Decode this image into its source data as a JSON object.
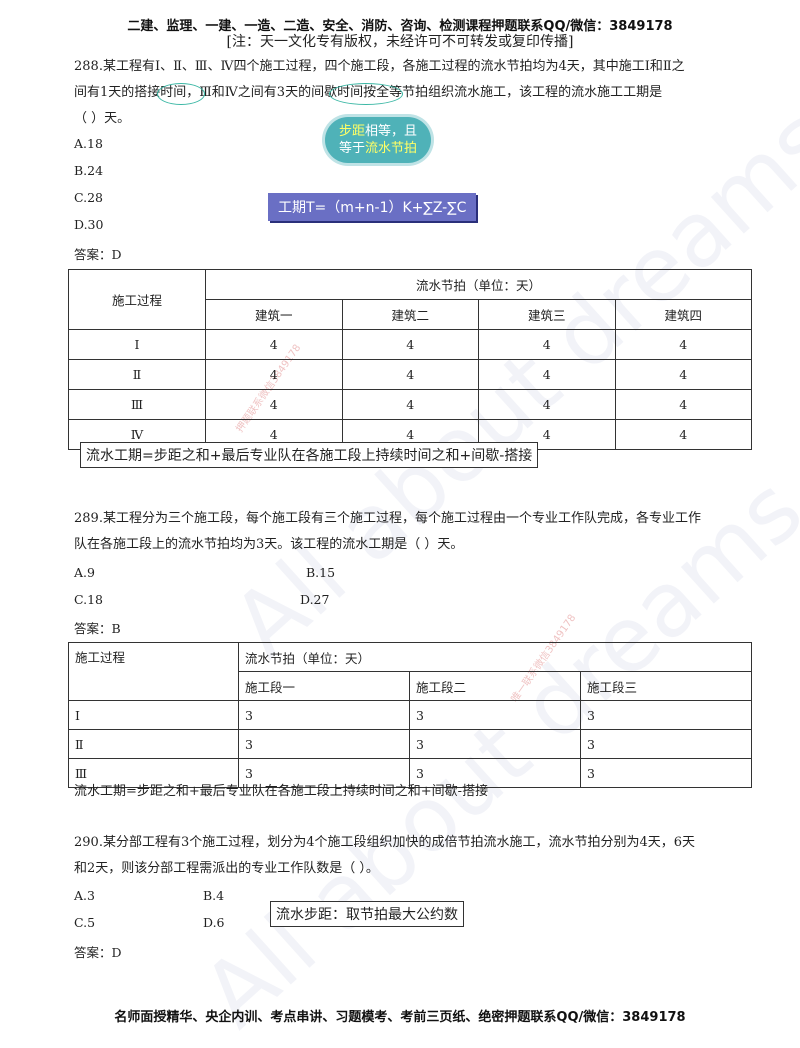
{
  "header": {
    "line1": "二建、监理、一建、一造、二造、安全、消防、咨询、检测课程押题联系QQ/微信：3849178",
    "line2": "[注：天一文化专有版权，未经许可不可转发或复印传播]"
  },
  "watermarks": {
    "main1": "All about dreams",
    "main2": "All about dreams",
    "small1": "押题联系微信3849178",
    "small2": "唯一联系微信3849178"
  },
  "q288": {
    "line1": "288.某工程有Ⅰ、Ⅱ、Ⅲ、Ⅳ四个施工过程，四个施工段，各施工过程的流水节拍均为4天，其中施工Ⅰ和Ⅱ之",
    "line2": "间有1天的搭接时间，Ⅲ和Ⅳ之间有3天的间歇时间按全等节拍组织流水施工，该工程的流水施工工期是",
    "line3": "（   ）天。",
    "options": [
      "A.18",
      "B.24",
      "C.28",
      "D.30"
    ],
    "answer": "答案：D",
    "cloud_part1": "步距",
    "cloud_part2": "相等，且",
    "cloud_part3": "等于",
    "cloud_part4": "流水节拍",
    "formula": "工期T=（m+n-1）K+∑Z-∑C",
    "table": {
      "row_header": "施工过程",
      "group_header": "流水节拍（单位：天）",
      "columns": [
        "建筑一",
        "建筑二",
        "建筑三",
        "建筑四"
      ],
      "rows": [
        {
          "name": "Ⅰ",
          "values": [
            "4",
            "4",
            "4",
            "4"
          ]
        },
        {
          "name": "Ⅱ",
          "values": [
            "4",
            "4",
            "4",
            "4"
          ]
        },
        {
          "name": "Ⅲ",
          "values": [
            "4",
            "4",
            "4",
            "4"
          ]
        },
        {
          "name": "Ⅳ",
          "values": [
            "4",
            "4",
            "4",
            "4"
          ]
        }
      ]
    },
    "note": "流水工期=步距之和+最后专业队在各施工段上持续时间之和+间歇-搭接"
  },
  "q289": {
    "line1": "289.某工程分为三个施工段，每个施工段有三个施工过程，每个施工过程由一个专业工作队完成，各专业工作",
    "line2": "队在各施工段上的流水节拍均为3天。该工程的流水工期是（   ）天。",
    "options": [
      "A.9",
      "B.15",
      "C.18",
      "D.27"
    ],
    "answer": "答案：B",
    "table": {
      "row_header": "施工过程",
      "group_header": "流水节拍（单位：天）",
      "columns": [
        "施工段一",
        "施工段二",
        "施工段三"
      ],
      "rows": [
        {
          "name": "Ⅰ",
          "values": [
            "3",
            "3",
            "3"
          ]
        },
        {
          "name": "Ⅱ",
          "values": [
            "3",
            "3",
            "3"
          ]
        },
        {
          "name": "Ⅲ",
          "values": [
            "3",
            "3",
            "3"
          ]
        }
      ]
    },
    "note": "流水工期=步距之和+最后专业队在各施工段上持续时间之和+间歇-搭接"
  },
  "q290": {
    "line1": "290.某分部工程有3个施工过程，划分为4个施工段组织加快的成倍节拍流水施工，流水节拍分别为4天，6天",
    "line2": "和2天，则该分部工程需派出的专业工作队数是（   ）。",
    "options": [
      "A.3",
      "B.4",
      "C.5",
      "D.6"
    ],
    "answer": "答案：D",
    "note": "流水步距：取节拍最大公约数"
  },
  "footer": "名师面授精华、央企内训、考点串讲、习题模考、考前三页纸、绝密押题联系QQ/微信：3849178"
}
